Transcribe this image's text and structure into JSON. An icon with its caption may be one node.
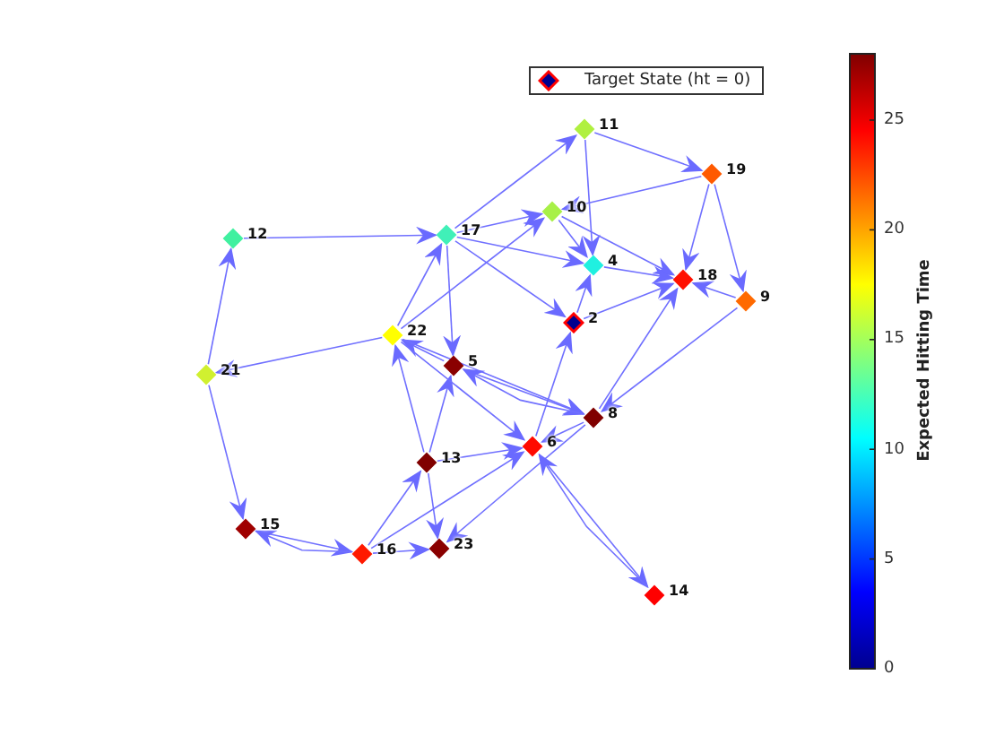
{
  "diagram": {
    "nodes": [
      {
        "text": [
          "11"
        ]
      },
      {
        "text": [
          "19"
        ]
      },
      {
        "text": [
          "10"
        ]
      },
      {
        "text": [
          "12"
        ]
      },
      {
        "text": [
          "17"
        ]
      },
      {
        "text": [
          "4"
        ]
      },
      {
        "text": [
          "18"
        ]
      },
      {
        "text": [
          "9"
        ]
      },
      {
        "text": [
          "2"
        ]
      },
      {
        "text": [
          "22"
        ]
      },
      {
        "text": [
          "21"
        ]
      },
      {
        "text": [
          "5"
        ]
      },
      {
        "text": [
          "8"
        ]
      },
      {
        "text": [
          "6"
        ]
      },
      {
        "text": [
          "13"
        ]
      },
      {
        "text": [
          "15"
        ]
      },
      {
        "text": [
          "23"
        ]
      },
      {
        "text": [
          "16"
        ]
      },
      {
        "text": [
          "14"
        ]
      }
    ],
    "edges": [
      {
        "from": 3,
        "to": 4,
        "arrow": "to"
      },
      {
        "from": 10,
        "to": 3,
        "arrow": "to"
      },
      {
        "from": 9,
        "to": 10,
        "arrow": "to"
      },
      {
        "from": 10,
        "to": 15,
        "arrow": "to"
      },
      {
        "from": 15,
        "to": 17,
        "arrow": "to"
      },
      {
        "from": 17,
        "to": 15,
        "arrow": "to"
      },
      {
        "from": 17,
        "to": 16,
        "arrow": "to"
      },
      {
        "from": 17,
        "to": 14,
        "arrow": "to"
      },
      {
        "from": 14,
        "to": 16,
        "arrow": "to"
      },
      {
        "from": 12,
        "to": 16,
        "arrow": "to"
      },
      {
        "from": 17,
        "to": 13,
        "arrow": "to"
      },
      {
        "from": 9,
        "to": 4,
        "arrow": "to"
      },
      {
        "from": 9,
        "to": 2,
        "arrow": "to"
      },
      {
        "from": 4,
        "to": 11,
        "arrow": "to"
      },
      {
        "from": 11,
        "to": 9,
        "arrow": "to"
      },
      {
        "from": 14,
        "to": 9,
        "arrow": "to"
      },
      {
        "from": 14,
        "to": 11,
        "arrow": "to"
      },
      {
        "from": 9,
        "to": 12,
        "arrow": "to"
      },
      {
        "from": 9,
        "to": 13,
        "arrow": "to"
      },
      {
        "from": 11,
        "to": 12,
        "arrow": "to"
      },
      {
        "from": 12,
        "to": 11,
        "arrow": "to"
      },
      {
        "from": 14,
        "to": 13,
        "arrow": "to"
      },
      {
        "from": 13,
        "to": 8,
        "arrow": "to"
      },
      {
        "from": 13,
        "to": 18,
        "arrow": "to"
      },
      {
        "from": 18,
        "to": 13,
        "arrow": "to"
      },
      {
        "from": 12,
        "to": 6,
        "arrow": "to"
      },
      {
        "from": 7,
        "to": 12,
        "arrow": "to"
      },
      {
        "from": 12,
        "to": 13,
        "arrow": "to"
      },
      {
        "from": 8,
        "to": 6,
        "arrow": "to"
      },
      {
        "from": 8,
        "to": 5,
        "arrow": "to"
      },
      {
        "from": 4,
        "to": 8,
        "arrow": "to"
      },
      {
        "from": 4,
        "to": 5,
        "arrow": "to"
      },
      {
        "from": 4,
        "to": 2,
        "arrow": "to"
      },
      {
        "from": 4,
        "to": 0,
        "arrow": "to"
      },
      {
        "from": 0,
        "to": 1,
        "arrow": "to"
      },
      {
        "from": 1,
        "to": 2,
        "arrow": "to"
      },
      {
        "from": 0,
        "to": 5,
        "arrow": "to"
      },
      {
        "from": 2,
        "to": 5,
        "arrow": "to"
      },
      {
        "from": 2,
        "to": 6,
        "arrow": "to"
      },
      {
        "from": 5,
        "to": 6,
        "arrow": "to"
      },
      {
        "from": 1,
        "to": 6,
        "arrow": "to"
      },
      {
        "from": 1,
        "to": 7,
        "arrow": "to"
      },
      {
        "from": 7,
        "to": 6,
        "arrow": "to"
      }
    ],
    "labels": [
      "25",
      "20",
      "15",
      "10",
      "5",
      "0",
      "Expected Hitting Time"
    ],
    "legend": [
      {
        "text": "Target State (ht = 0)"
      }
    ]
  }
}
